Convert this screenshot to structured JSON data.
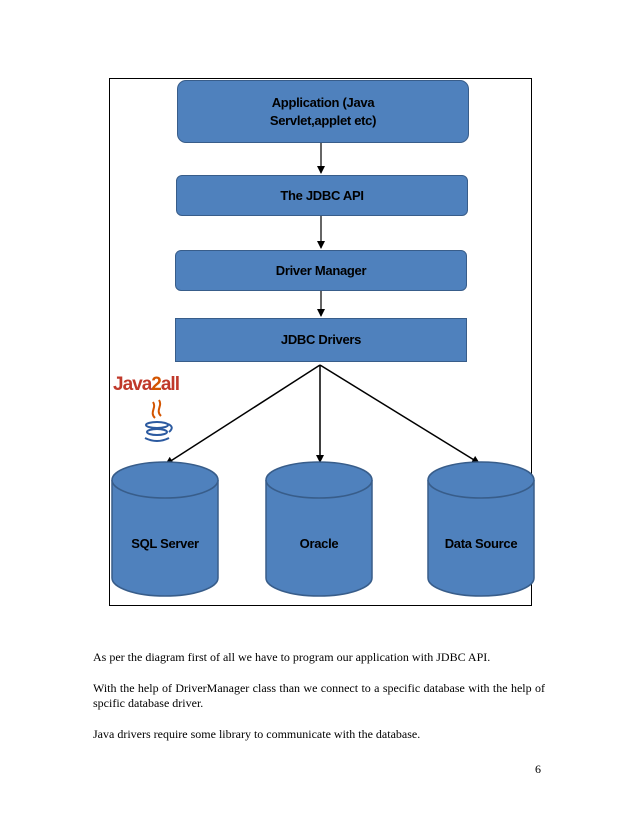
{
  "diagram": {
    "application_box": "Application (Java Servlet,applet etc)",
    "jdbc_api_box": "The JDBC API",
    "driver_manager_box": "Driver Manager",
    "jdbc_drivers_box": "JDBC Drivers",
    "databases": [
      "SQL Server",
      "Oracle",
      "Data Source"
    ],
    "colors": {
      "box_fill": "#4f81bd",
      "box_border": "#385d8a"
    },
    "logo": {
      "icon": "java2all-logo-icon",
      "text": "Java2all"
    }
  },
  "body": {
    "paragraph_1": "As per the diagram first of all we have to program our application with JDBC API.",
    "paragraph_2": "With the help of DriverManager class than we connect to a specific database with the help of spcific database driver.",
    "paragraph_3": "Java drivers require some library to communicate with the database."
  },
  "page_number": "6"
}
